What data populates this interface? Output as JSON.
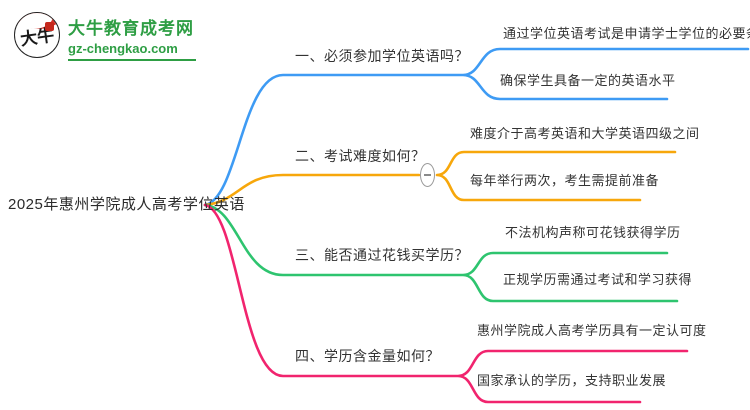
{
  "logo": {
    "icon_text": "大牛",
    "site_name": "大牛教育成考网",
    "site_url": "gz-chengkao.com",
    "brand_color": "#2e9e44"
  },
  "root": {
    "label": "2025年惠州学院成人高考学位英语"
  },
  "branches": [
    {
      "label": "一、必须参加学位英语吗？",
      "color": "#3e9bf4",
      "children": [
        "通过学位英语考试是申请学士学位的必要条件",
        "确保学生具备一定的英语水平"
      ]
    },
    {
      "label": "二、考试难度如何？",
      "color": "#f7a70b",
      "collapse_icon": "minus",
      "children": [
        "难度介于高考英语和大学英语四级之间",
        "每年举行两次，考生需提前准备"
      ]
    },
    {
      "label": "三、能否通过花钱买学历？",
      "color": "#2ec46f",
      "children": [
        "不法机构声称可花钱获得学历",
        "正规学历需通过考试和学习获得"
      ]
    },
    {
      "label": "四、学历含金量如何？",
      "color": "#f1246e",
      "children": [
        "惠州学院成人高考学历具有一定认可度",
        "国家承认的学历，支持职业发展"
      ]
    }
  ]
}
